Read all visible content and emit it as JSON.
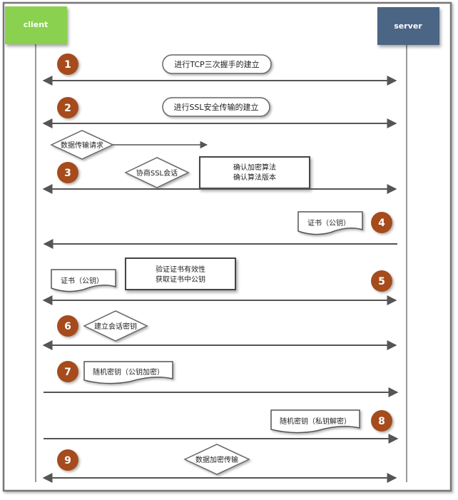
{
  "actors": {
    "client": {
      "label": "client",
      "color": "#8ad14f"
    },
    "server": {
      "label": "server",
      "color": "#4b6585"
    }
  },
  "colors": {
    "step_badge": "#a54b1f",
    "line": "#555555"
  },
  "steps": [
    {
      "number": "1",
      "label": "进行TCP三次握手的建立"
    },
    {
      "number": "2",
      "label": "进行SSL安全传输的建立"
    },
    {
      "number": "3",
      "label": "协商SSL会话",
      "request": "数据传输请求",
      "note_lines": [
        "确认加密算法",
        "确认算法版本"
      ]
    },
    {
      "number": "4",
      "label": "证书（公钥）"
    },
    {
      "number": "5",
      "label": "证书（公钥）",
      "note_lines": [
        "验证证书有效性",
        "获取证书中公钥"
      ]
    },
    {
      "number": "6",
      "label": "建立会话密钥"
    },
    {
      "number": "7",
      "label": "随机密钥（公钥加密）"
    },
    {
      "number": "8",
      "label": "随机密钥（私钥解密）"
    },
    {
      "number": "9",
      "label": "数据加密传输"
    }
  ]
}
